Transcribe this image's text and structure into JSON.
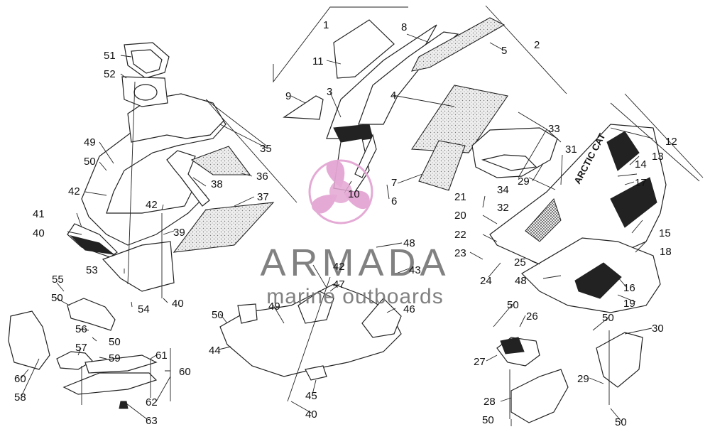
{
  "diagram": {
    "labels": [
      "1",
      "2",
      "3",
      "4",
      "5",
      "6",
      "7",
      "8",
      "9",
      "10",
      "11",
      "12",
      "13",
      "14",
      "15",
      "16",
      "17",
      "18",
      "19",
      "20",
      "21",
      "22",
      "23",
      "24",
      "25",
      "26",
      "27",
      "28",
      "29",
      "30",
      "31",
      "32",
      "33",
      "34",
      "35",
      "36",
      "37",
      "38",
      "39",
      "40",
      "41",
      "42",
      "43",
      "44",
      "45",
      "46",
      "47",
      "48",
      "49",
      "50",
      "51",
      "52",
      "53",
      "54",
      "55",
      "56",
      "57",
      "58",
      "59",
      "60",
      "61",
      "62",
      "63"
    ],
    "decal_text": "ARCTIC CAT"
  },
  "watermark": {
    "brand": "ARMADA",
    "tagline": "marine outboards",
    "colors": {
      "logo": "#e3a6d3",
      "text": "#7b7b7b"
    }
  }
}
